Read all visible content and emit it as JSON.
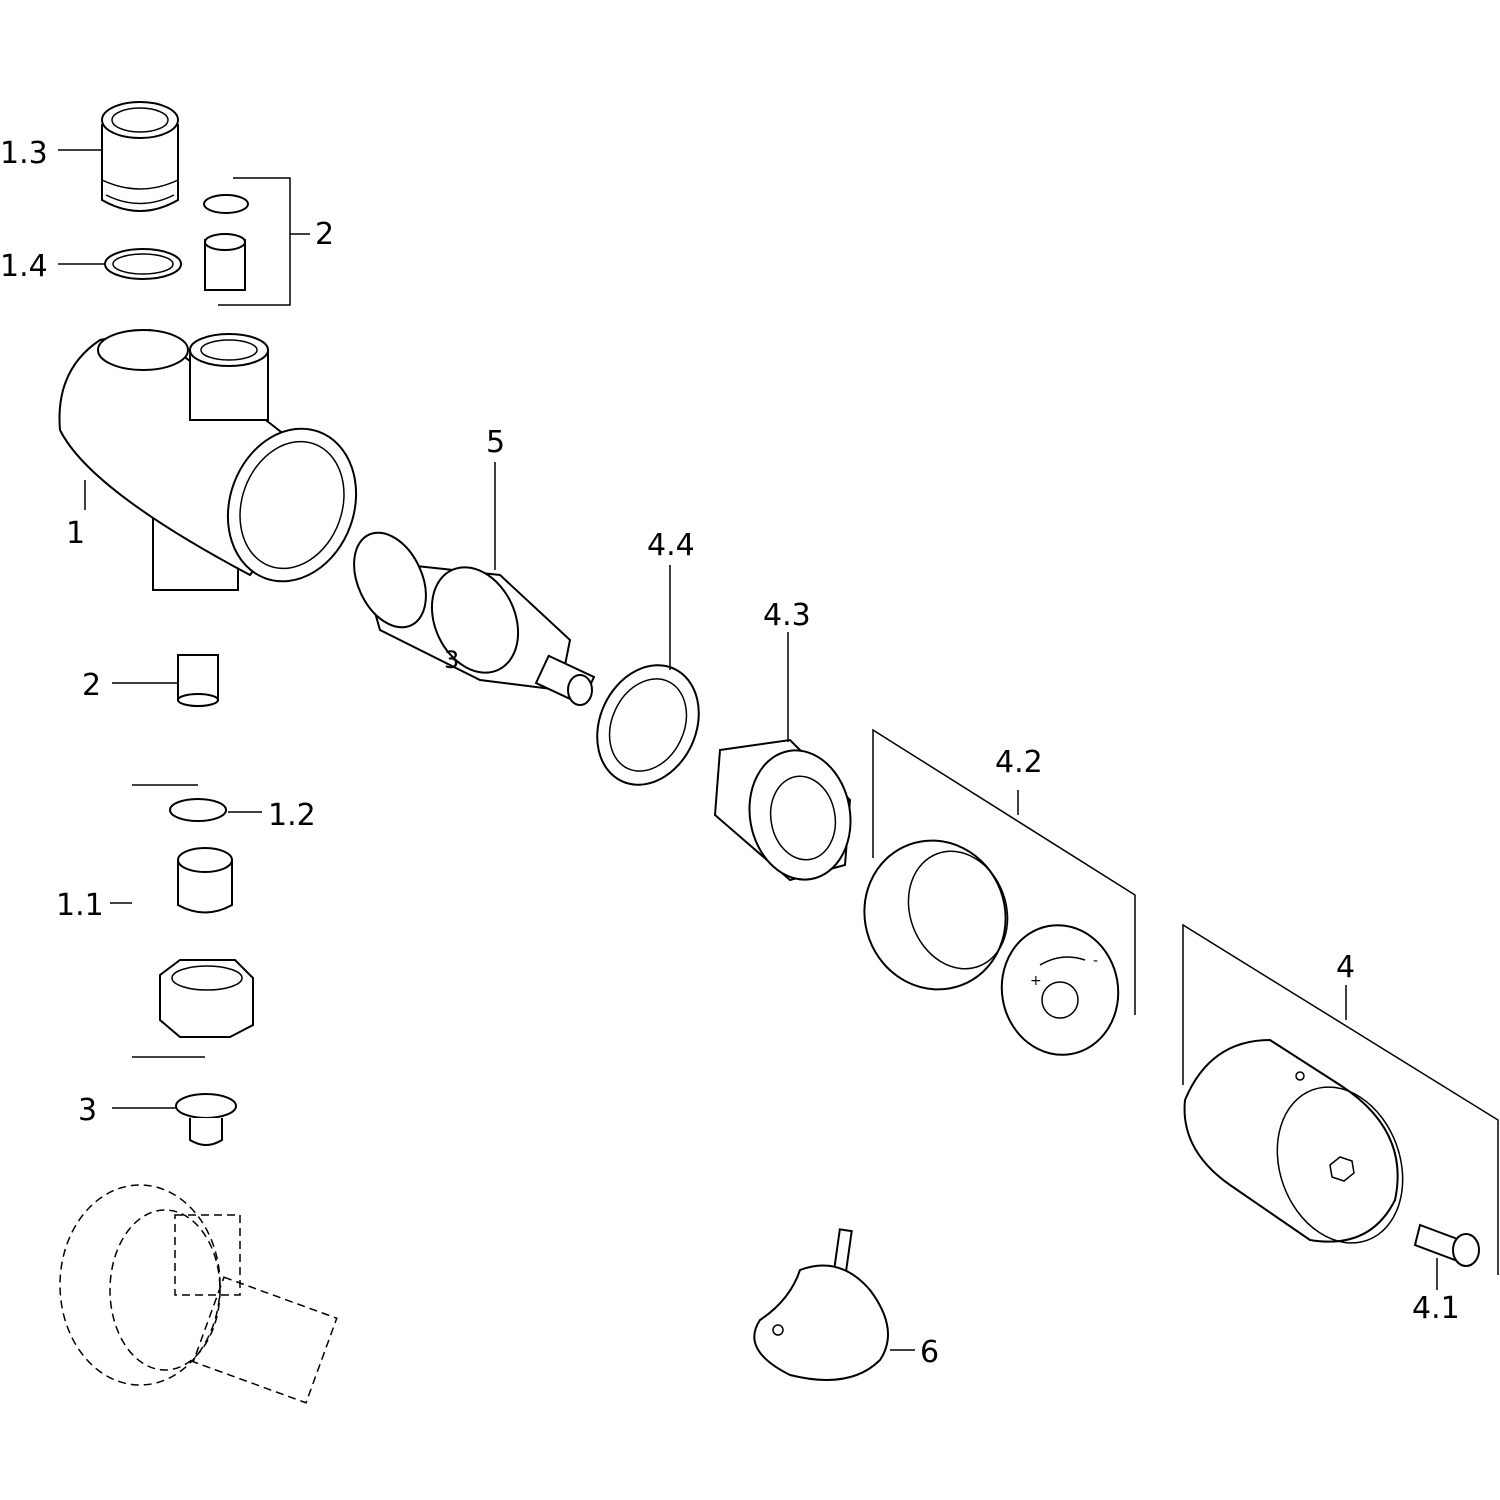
{
  "labels": {
    "l1_3": "1.3",
    "l2_top": "2",
    "l1_4": "1.4",
    "l1": "1",
    "l5": "5",
    "l3_cart": "3",
    "l4_4": "4.4",
    "l4_3": "4.3",
    "l4_2": "4.2",
    "l2": "2",
    "l1_2": "1.2",
    "l1_1": "1.1",
    "l3": "3",
    "l4": "4",
    "l4_1": "4.1",
    "l6": "6",
    "dial_plus": "+",
    "dial_minus": "-"
  }
}
